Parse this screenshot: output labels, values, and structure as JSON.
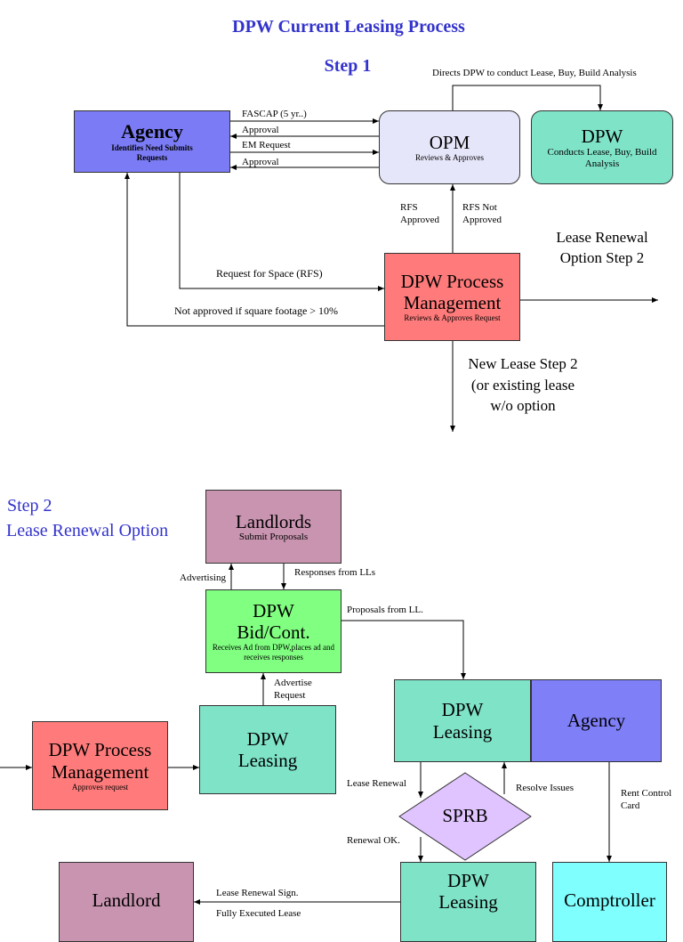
{
  "title": "DPW Current Leasing Process",
  "step1": {
    "heading": "Step 1",
    "agency": {
      "title": "Agency",
      "sub": "Identifies Need Submits Requests"
    },
    "opm": {
      "title": "OPM",
      "sub": "Reviews & Approves"
    },
    "dpw": {
      "title": "DPW",
      "sub": "Conducts Lease, Buy, Build Analysis"
    },
    "directs": "Directs DPW to conduct Lease, Buy, Build Analysis",
    "fascap": "FASCAP (5 yr..)",
    "approval1": "Approval",
    "em_request": "EM Request",
    "approval2": "Approval",
    "process": {
      "title": "DPW Process Management",
      "sub": "Reviews & Approves Request"
    },
    "rfs_approved": "RFS Approved",
    "rfs_not_approved": "RFS Not Approved",
    "request_space": "Request for Space (RFS)",
    "not_approved": "Not approved if square footage > 10%",
    "renewal_option": "Lease Renewal Option Step 2",
    "new_lease": "New Lease Step 2 (or existing lease w/o option"
  },
  "step2": {
    "heading": "Step 2",
    "subheading": "Lease Renewal Option",
    "landlords": {
      "title": "Landlords",
      "sub": "Submit Proposals"
    },
    "advertising": "Advertising",
    "responses": "Responses from LLs",
    "bid": {
      "title": "DPW Bid/Cont.",
      "sub": "Receives Ad from DPW,places ad and receives responses"
    },
    "proposals": "Proposals from LL.",
    "advertise_request": "Advertise Request",
    "process": {
      "title": "DPW Process Management",
      "sub": "Approves request"
    },
    "leasing1": "DPW Leasing",
    "leasing2": "DPW Leasing",
    "agency": "Agency",
    "lease_renewal": "Lease Renewal",
    "resolve": "Resolve Issues",
    "sprb": "SPRB",
    "renewal_ok": "Renewal OK.",
    "rent_control": "Rent Control Card",
    "landlord": "Landlord",
    "leasing3": "DPW Leasing",
    "comptroller": "Comptroller",
    "renewal_sign": "Lease Renewal Sign.",
    "fully_executed": "Fully Executed Lease"
  },
  "colors": {
    "title": "#3333cc",
    "agency": "#7b7bf5",
    "opm": "#e6e6fa",
    "dpw": "#7fe3c8",
    "process": "#ff7b7b",
    "landlord": "#c994b0",
    "bid": "#80ff80",
    "comptroller": "#80ffff",
    "sprb": "#e0c4ff"
  }
}
